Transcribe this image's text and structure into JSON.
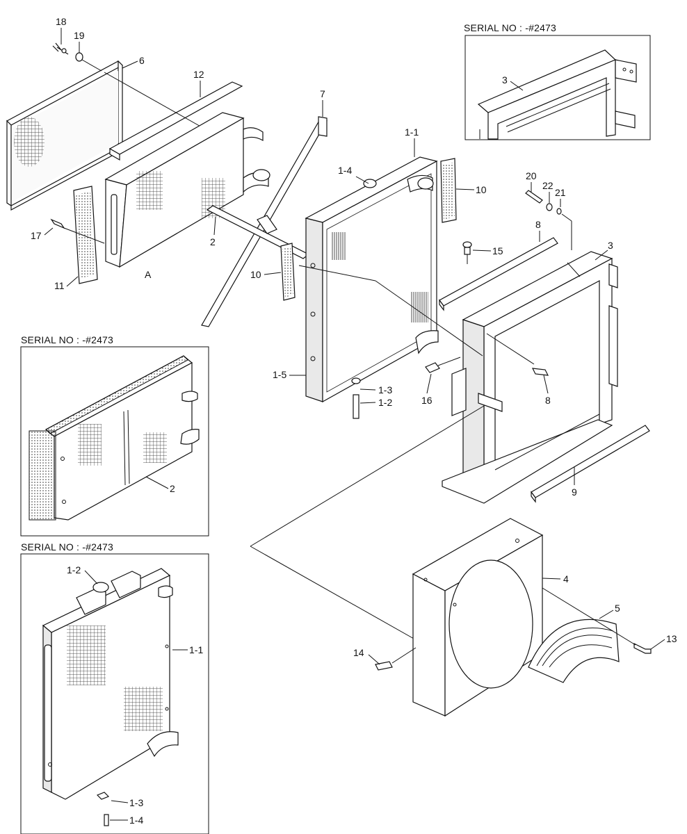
{
  "diagram": {
    "callouts": {
      "c18": "18",
      "c19": "19",
      "c6": "6",
      "c12": "12",
      "c7": "7",
      "c1_1": "1-1",
      "c1_4": "1-4",
      "c10a": "10",
      "c10b": "10",
      "c17": "17",
      "c2": "2",
      "c11": "11",
      "cA": "A",
      "c20": "20",
      "c22": "22",
      "c21": "21",
      "c8a": "8",
      "c15": "15",
      "c3": "3",
      "c1_5": "1-5",
      "c1_3": "1-3",
      "c1_2": "1-2",
      "c16": "16",
      "c8b": "8",
      "c9": "9",
      "c4": "4",
      "c5": "5",
      "c13": "13",
      "c14": "14"
    },
    "inset_top_right": {
      "serial": "SERIAL NO : -#2473",
      "callouts": {
        "c3": "3"
      }
    },
    "inset_mid_left": {
      "serial": "SERIAL NO : -#2473",
      "callouts": {
        "c2": "2"
      }
    },
    "inset_bottom_left": {
      "serial": "SERIAL NO : -#2473",
      "callouts": {
        "c1_2": "1-2",
        "c1_1": "1-1",
        "c1_3": "1-3",
        "c1_4": "1-4"
      }
    }
  }
}
